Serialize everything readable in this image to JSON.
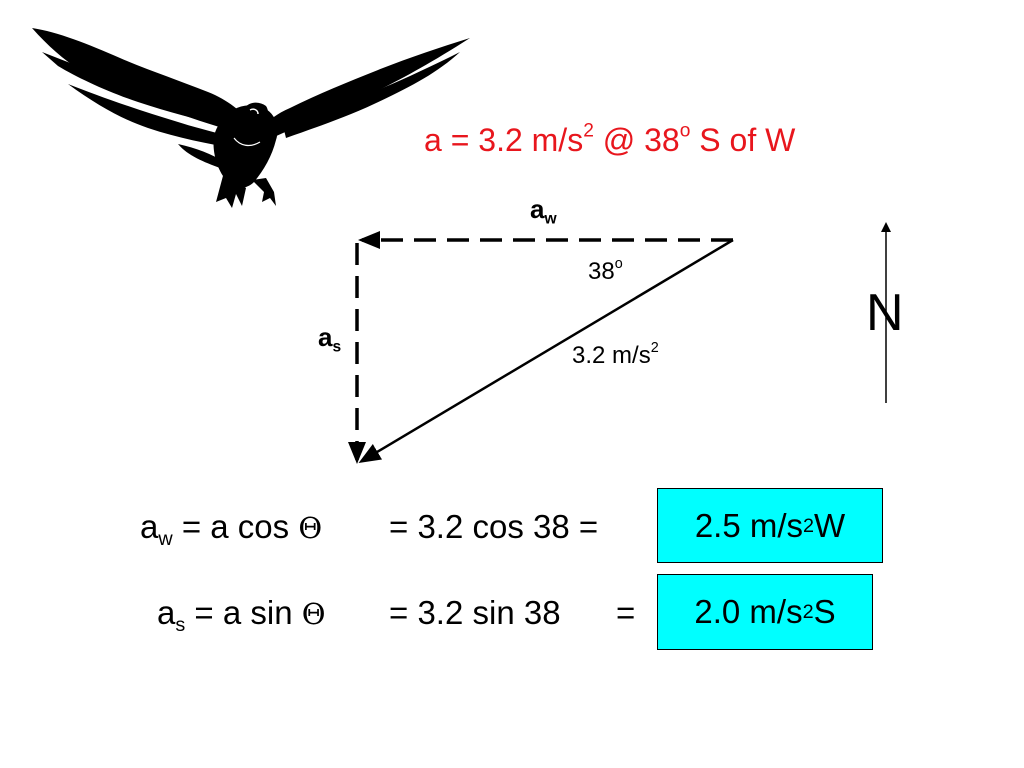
{
  "headline": {
    "main": "a = 3.2 m/s",
    "exp": "2",
    "rest": " @ 38",
    "deg": "o",
    "tail": " S of W",
    "color": "#e8161d"
  },
  "labels": {
    "aw_base": "a",
    "aw_sub": "w",
    "as_base": "a",
    "as_sub": "s",
    "angle": "38",
    "angle_deg": "o",
    "mag": "3.2 m/s",
    "mag_exp": "2",
    "north": "N"
  },
  "equations": [
    {
      "lhs_base": "a",
      "lhs_sub": "w",
      "lhs_rest": " = a cos ",
      "theta": "Θ",
      "mid": "= 3.2 cos 38 =",
      "eq": "",
      "result_main": "2.5 m/s",
      "result_exp": "2",
      "result_dir": " W"
    },
    {
      "lhs_base": "a",
      "lhs_sub": "s",
      "lhs_rest": " = a sin ",
      "theta": "Θ",
      "mid": "= 3.2 sin 38",
      "eq": "=",
      "result_main": "2.0 m/s",
      "result_exp": "2",
      "result_dir": " S"
    }
  ],
  "colors": {
    "result_fill": "#00ffff",
    "ink": "#000000"
  }
}
